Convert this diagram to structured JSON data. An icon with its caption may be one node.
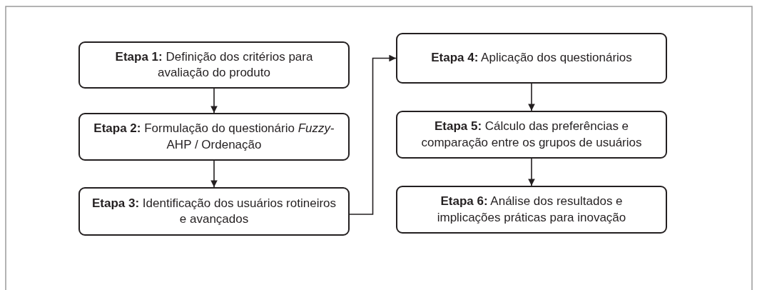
{
  "diagram": {
    "nodes": [
      {
        "text": [
          "**Etapa 1:** Definição dos critérios para avaliação do produto"
        ]
      },
      {
        "text": [
          "**Etapa 2:** Formulação do questionário *Fuzzy*-AHP / Ordenação"
        ]
      },
      {
        "text": [
          "**Etapa 3:** Identificação dos usuários rotineiros e avançados"
        ]
      },
      {
        "text": [
          "**Etapa 4:** Aplicação dos questionários"
        ]
      },
      {
        "text": [
          "**Etapa 5:** Cálculo das preferências e comparação entre os grupos de usuários"
        ]
      },
      {
        "text": [
          "**Etapa 6:** Análise dos resultados e implicações práticas para inovação"
        ]
      }
    ],
    "edges": [
      {
        "from": 0,
        "to": 1,
        "arrow": "to"
      },
      {
        "from": 1,
        "to": 2,
        "arrow": "to"
      },
      {
        "from": 2,
        "to": 3,
        "arrow": "to"
      },
      {
        "from": 3,
        "to": 4,
        "arrow": "to"
      },
      {
        "from": 4,
        "to": 5,
        "arrow": "to"
      }
    ]
  }
}
